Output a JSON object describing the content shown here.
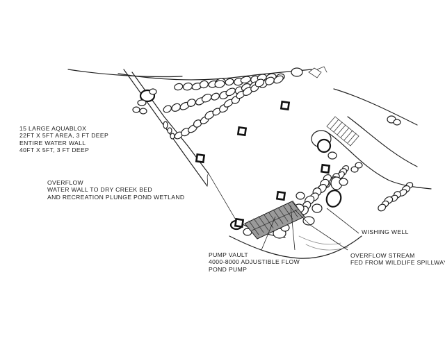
{
  "annotations": {
    "aquablox": {
      "lines": [
        "15 LARGE AQUABLOX",
        "22FT X 5FT AREA, 3 FT DEEP",
        "ENTIRE WATER WALL",
        "40FT X 5FT,  3 FT DEEP"
      ]
    },
    "overflow": {
      "lines": [
        "OVERFLOW",
        "WATER WALL TO DRY CREEK BED",
        "AND RECREATION  PLUNGE POND WETLAND"
      ]
    },
    "wishing_well": {
      "lines": [
        "WISHING WELL"
      ]
    },
    "pump_vault": {
      "lines": [
        "PUMP VAULT",
        "4000-8000 ADJUSTIBLE FLOW",
        "POND PUMP"
      ]
    },
    "overflow_stream": {
      "lines": [
        "OVERFLOW STREAM",
        "FED FROM WILDLIFE SPILLWAY"
      ]
    }
  },
  "colors": {
    "ink": "#1e1e1e",
    "wall_fill": "#9a9a9a",
    "background": "#ffffff"
  }
}
